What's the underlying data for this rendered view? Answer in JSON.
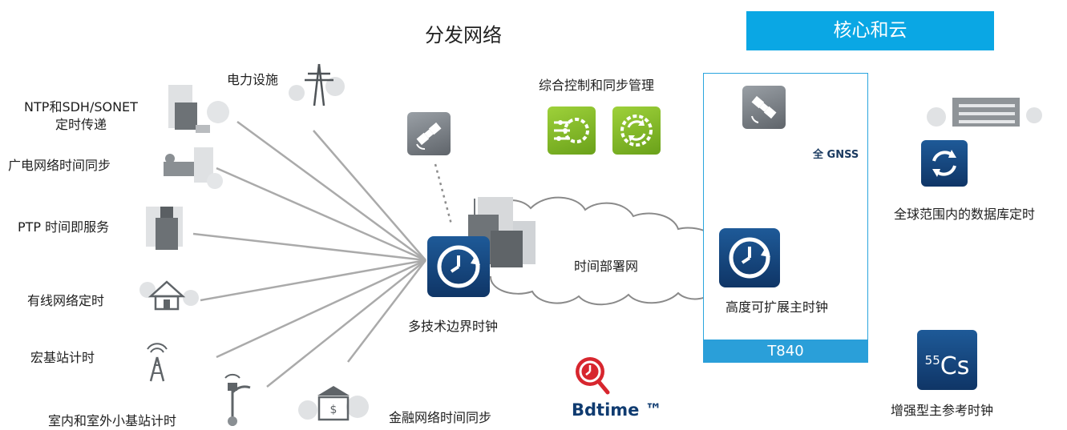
{
  "distribution_title": "分发网络",
  "core_banner": "核心和云",
  "t840": {
    "product": "T840",
    "caption": "高度可扩展主时钟",
    "gnss": "全 GNSS"
  },
  "center": {
    "clock_caption": "多技术边界时钟",
    "network": "时间部署网"
  },
  "management": "综合控制和同步管理",
  "left_items": {
    "ntp": "NTP和SDH/SONET\n定时传递",
    "broadcast": "广电网络时间同步",
    "ptp": "PTP 时间即服务",
    "cable": "有线网络定时",
    "macro": "宏基站计时",
    "small_cell": "室内和室外小基站计时"
  },
  "top_items": {
    "power": "电力设施"
  },
  "bottom_items": {
    "finance": "金融网络时间同步"
  },
  "right_items": {
    "database": "全球范围内的数据库定时",
    "prc": "增强型主参考时钟"
  },
  "cs_tile": {
    "mass": "55",
    "symbol": "Cs"
  },
  "bdtime": "Bdtime ™",
  "colors": {
    "accent_blue": "#0aa7e4",
    "tile_navy": "#1a4a86",
    "green": "#86be2a",
    "red": "#d7262e",
    "line_gray": "#a8a8a8"
  }
}
